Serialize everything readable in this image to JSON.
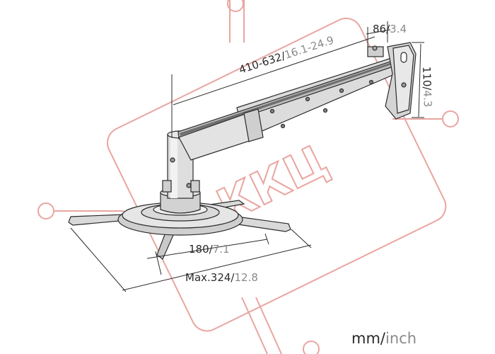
{
  "dimensions": {
    "reach": {
      "mm": "410-632",
      "inch": "16.1-24.9"
    },
    "plate_depth": {
      "mm": "86",
      "inch": "3.4"
    },
    "plate_height": {
      "mm": "110",
      "inch": "4.3"
    },
    "inner_spread": {
      "mm": "180",
      "inch": "7.1"
    },
    "max_spread": {
      "mm": "Max.324",
      "inch": "12.8"
    }
  },
  "units_legend": {
    "mm": "mm",
    "inch": "inch"
  },
  "watermark": {
    "text": "ККЦ"
  },
  "colors": {
    "line": "#2b2b2b",
    "metal": "#d7d7d7",
    "inch_text": "#8a8a8a",
    "watermark": "#e9a5a0"
  }
}
